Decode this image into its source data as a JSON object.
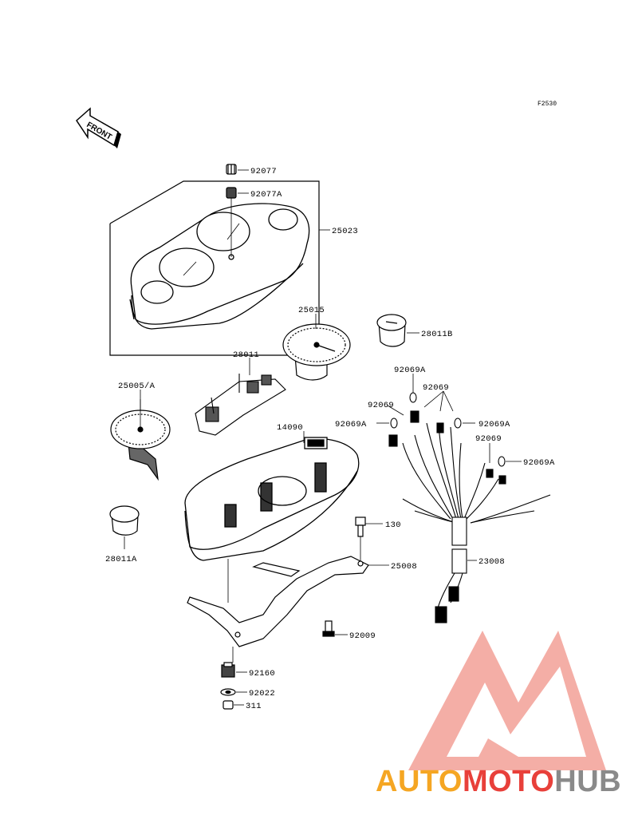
{
  "figure_code": "F2530",
  "front_label": "FRONT",
  "parts": {
    "p92077": "92077",
    "p92077a": "92077A",
    "p25023": "25023",
    "p25015": "25015",
    "p28011b": "28011B",
    "p28011": "28011",
    "p25005a": "25005/A",
    "p92069a_top": "92069A",
    "p92069_top": "92069",
    "p92069_left": "92069",
    "p92069a_left": "92069A",
    "p92069a_right": "92069A",
    "p92069_right": "92069",
    "p92069a_far": "92069A",
    "p14090": "14090",
    "p130": "130",
    "p28011a": "28011A",
    "p25008": "25008",
    "p23008": "23008",
    "p92009": "92009",
    "p92160": "92160",
    "p92022": "92022",
    "p311": "311"
  },
  "watermark": {
    "part1": "AUTO",
    "part2": "MOTO",
    "part3": "HUB",
    "colors": {
      "orange": "#f5a623",
      "red": "#e8403a",
      "gray": "#8a8a8a",
      "logo": "#f08a80"
    }
  }
}
